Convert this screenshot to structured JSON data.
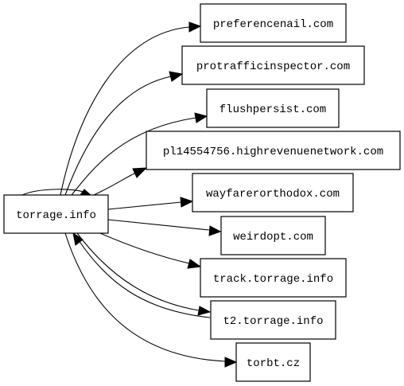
{
  "graph": {
    "nodes": {
      "torrage": "torrage.info",
      "preferencenail": "preferencenail.com",
      "protrafficinspector": "protrafficinspector.com",
      "flushpersist": "flushpersist.com",
      "highrevenue": "pl14554756.highrevenuenetwork.com",
      "wayfarer": "wayfarerorthodox.com",
      "weirdopt": "weirdopt.com",
      "track": "track.torrage.info",
      "t2": "t2.torrage.info",
      "torbt": "torbt.cz"
    },
    "edges": [
      {
        "from": "torrage.info",
        "to": "torrage.info"
      },
      {
        "from": "torrage.info",
        "to": "preferencenail.com"
      },
      {
        "from": "torrage.info",
        "to": "protrafficinspector.com"
      },
      {
        "from": "torrage.info",
        "to": "flushpersist.com"
      },
      {
        "from": "torrage.info",
        "to": "pl14554756.highrevenuenetwork.com"
      },
      {
        "from": "torrage.info",
        "to": "wayfarerorthodox.com"
      },
      {
        "from": "torrage.info",
        "to": "weirdopt.com"
      },
      {
        "from": "torrage.info",
        "to": "track.torrage.info"
      },
      {
        "from": "torrage.info",
        "to": "t2.torrage.info"
      },
      {
        "from": "t2.torrage.info",
        "to": "torrage.info"
      },
      {
        "from": "torrage.info",
        "to": "torbt.cz"
      }
    ]
  }
}
